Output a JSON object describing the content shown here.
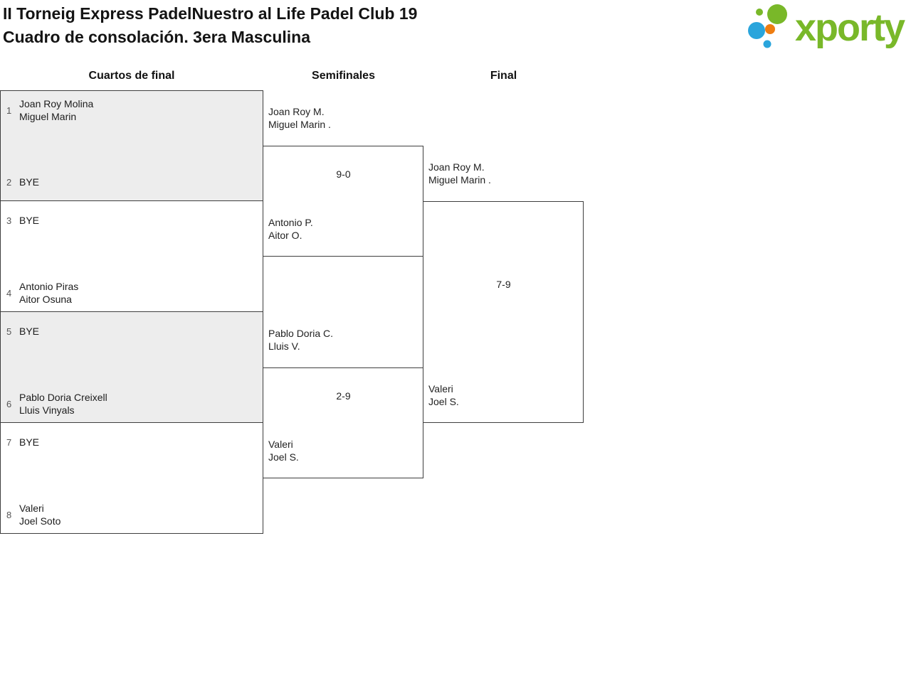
{
  "header": {
    "title_line1": "II Torneig Express PadelNuestro al Life Padel Club 19",
    "title_line2": "Cuadro de consolación. 3era Masculina",
    "logo_text": "xporty"
  },
  "round_labels": {
    "quarterfinals": "Cuartos de final",
    "semifinals": "Semifinales",
    "final": "Final"
  },
  "quarterfinals": {
    "slots": [
      {
        "seed": "1",
        "line1": "Joan Roy Molina",
        "line2": "Miguel Marin"
      },
      {
        "seed": "2",
        "line1": "BYE",
        "line2": ""
      },
      {
        "seed": "3",
        "line1": "BYE",
        "line2": ""
      },
      {
        "seed": "4",
        "line1": "Antonio Piras",
        "line2": "Aitor Osuna"
      },
      {
        "seed": "5",
        "line1": "BYE",
        "line2": ""
      },
      {
        "seed": "6",
        "line1": "Pablo Doria Creixell",
        "line2": "Lluis Vinyals"
      },
      {
        "seed": "7",
        "line1": "BYE",
        "line2": ""
      },
      {
        "seed": "8",
        "line1": "Valeri",
        "line2": "Joel Soto"
      }
    ]
  },
  "semifinals": [
    {
      "top_line1": "Joan Roy M.",
      "top_line2": "Miguel Marin .",
      "score": "9-0",
      "bottom_line1": "Antonio P.",
      "bottom_line2": "Aitor O."
    },
    {
      "top_line1": "Pablo Doria C.",
      "top_line2": "Lluis V.",
      "score": "2-9",
      "bottom_line1": "Valeri",
      "bottom_line2": "Joel S."
    }
  ],
  "final": {
    "top_line1": "Joan Roy M.",
    "top_line2": "Miguel Marin .",
    "score": "7-9",
    "bottom_line1": "Valeri",
    "bottom_line2": "Joel S."
  },
  "colors": {
    "logo_green": "#79b829",
    "logo_blue": "#2aa5dc",
    "logo_orange": "#ee7d11",
    "shaded_box": "#ededed",
    "border": "#3e3e3e"
  }
}
